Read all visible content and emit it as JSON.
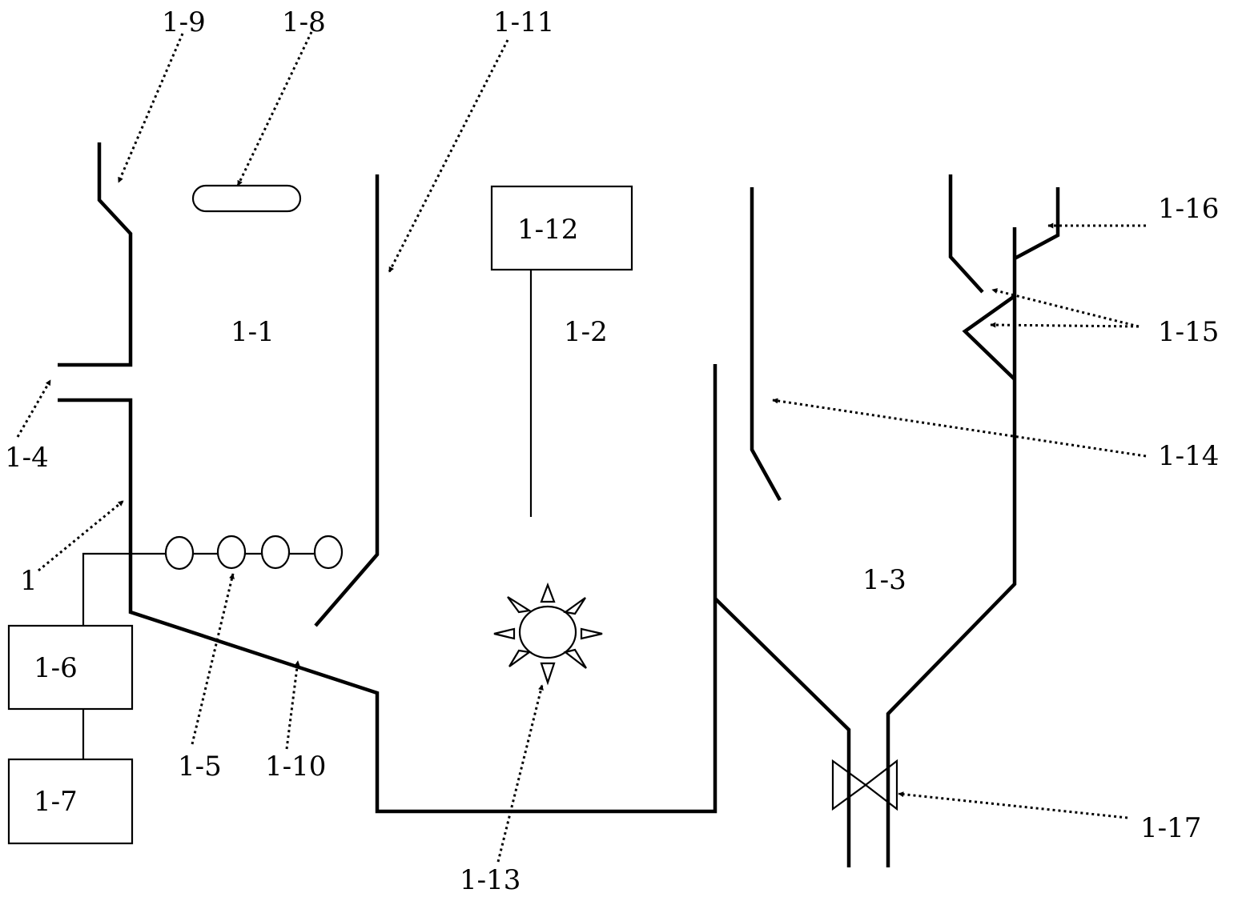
{
  "labels": {
    "l1": "1",
    "l1_1": "1-1",
    "l1_2": "1-2",
    "l1_3": "1-3",
    "l1_4": "1-4",
    "l1_5": "1-5",
    "l1_6": "1-6",
    "l1_7": "1-7",
    "l1_8": "1-8",
    "l1_9": "1-9",
    "l1_10": "1-10",
    "l1_11": "1-11",
    "l1_12": "1-12",
    "l1_13": "1-13",
    "l1_14": "1-14",
    "l1_15": "1-15",
    "l1_16": "1-16",
    "l1_17": "1-17"
  }
}
